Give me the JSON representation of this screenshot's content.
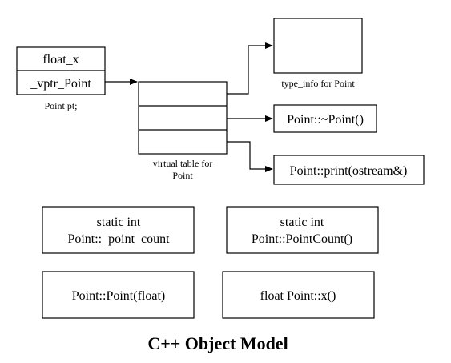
{
  "object_instance": {
    "field_1": "float_x",
    "field_2": "_vptr_Point",
    "label": "Point pt;"
  },
  "vtable": {
    "label_line1": "virtual table for",
    "label_line2": "Point"
  },
  "type_info": {
    "label": "type_info for Point"
  },
  "virtual_functions": {
    "destructor": "Point::~Point()",
    "print": "Point::print(ostream&)"
  },
  "static_members": {
    "point_count_line1": "static int",
    "point_count_line2": "Point::_point_count",
    "pointcount_fn_line1": "static int",
    "pointcount_fn_line2": "Point::PointCount()"
  },
  "nonvirtual_functions": {
    "constructor": "Point::Point(float)",
    "x_accessor": "float Point::x()"
  },
  "title": "C++ Object Model"
}
